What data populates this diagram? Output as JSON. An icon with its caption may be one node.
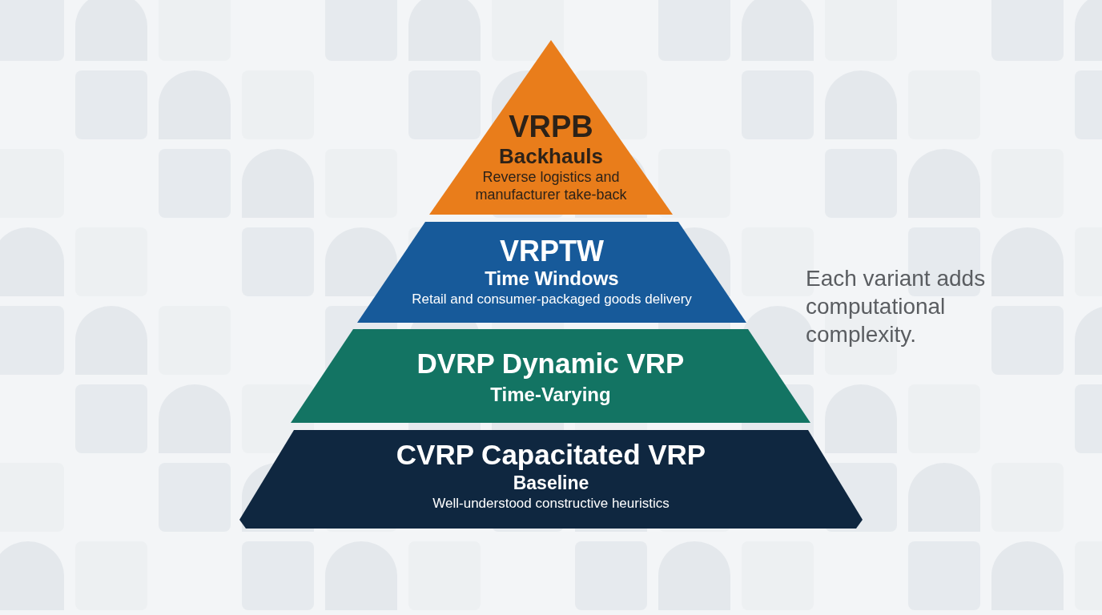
{
  "diagram": {
    "nodes": [
      {
        "text": [
          "VRPB",
          "Backhauls",
          "Reverse logistics and manufacturer take-back"
        ]
      },
      {
        "text": [
          "VRPTW",
          "Time Windows",
          "Retail and consumer-packaged goods delivery"
        ]
      },
      {
        "text": [
          "DVRP Dynamic VRP",
          "Time-Varying"
        ]
      },
      {
        "text": [
          "CVRP Capacitated VRP",
          "Baseline",
          "Well-understood constructive heuristics"
        ]
      }
    ],
    "labels": [
      "Each variant adds computational complexity."
    ]
  }
}
